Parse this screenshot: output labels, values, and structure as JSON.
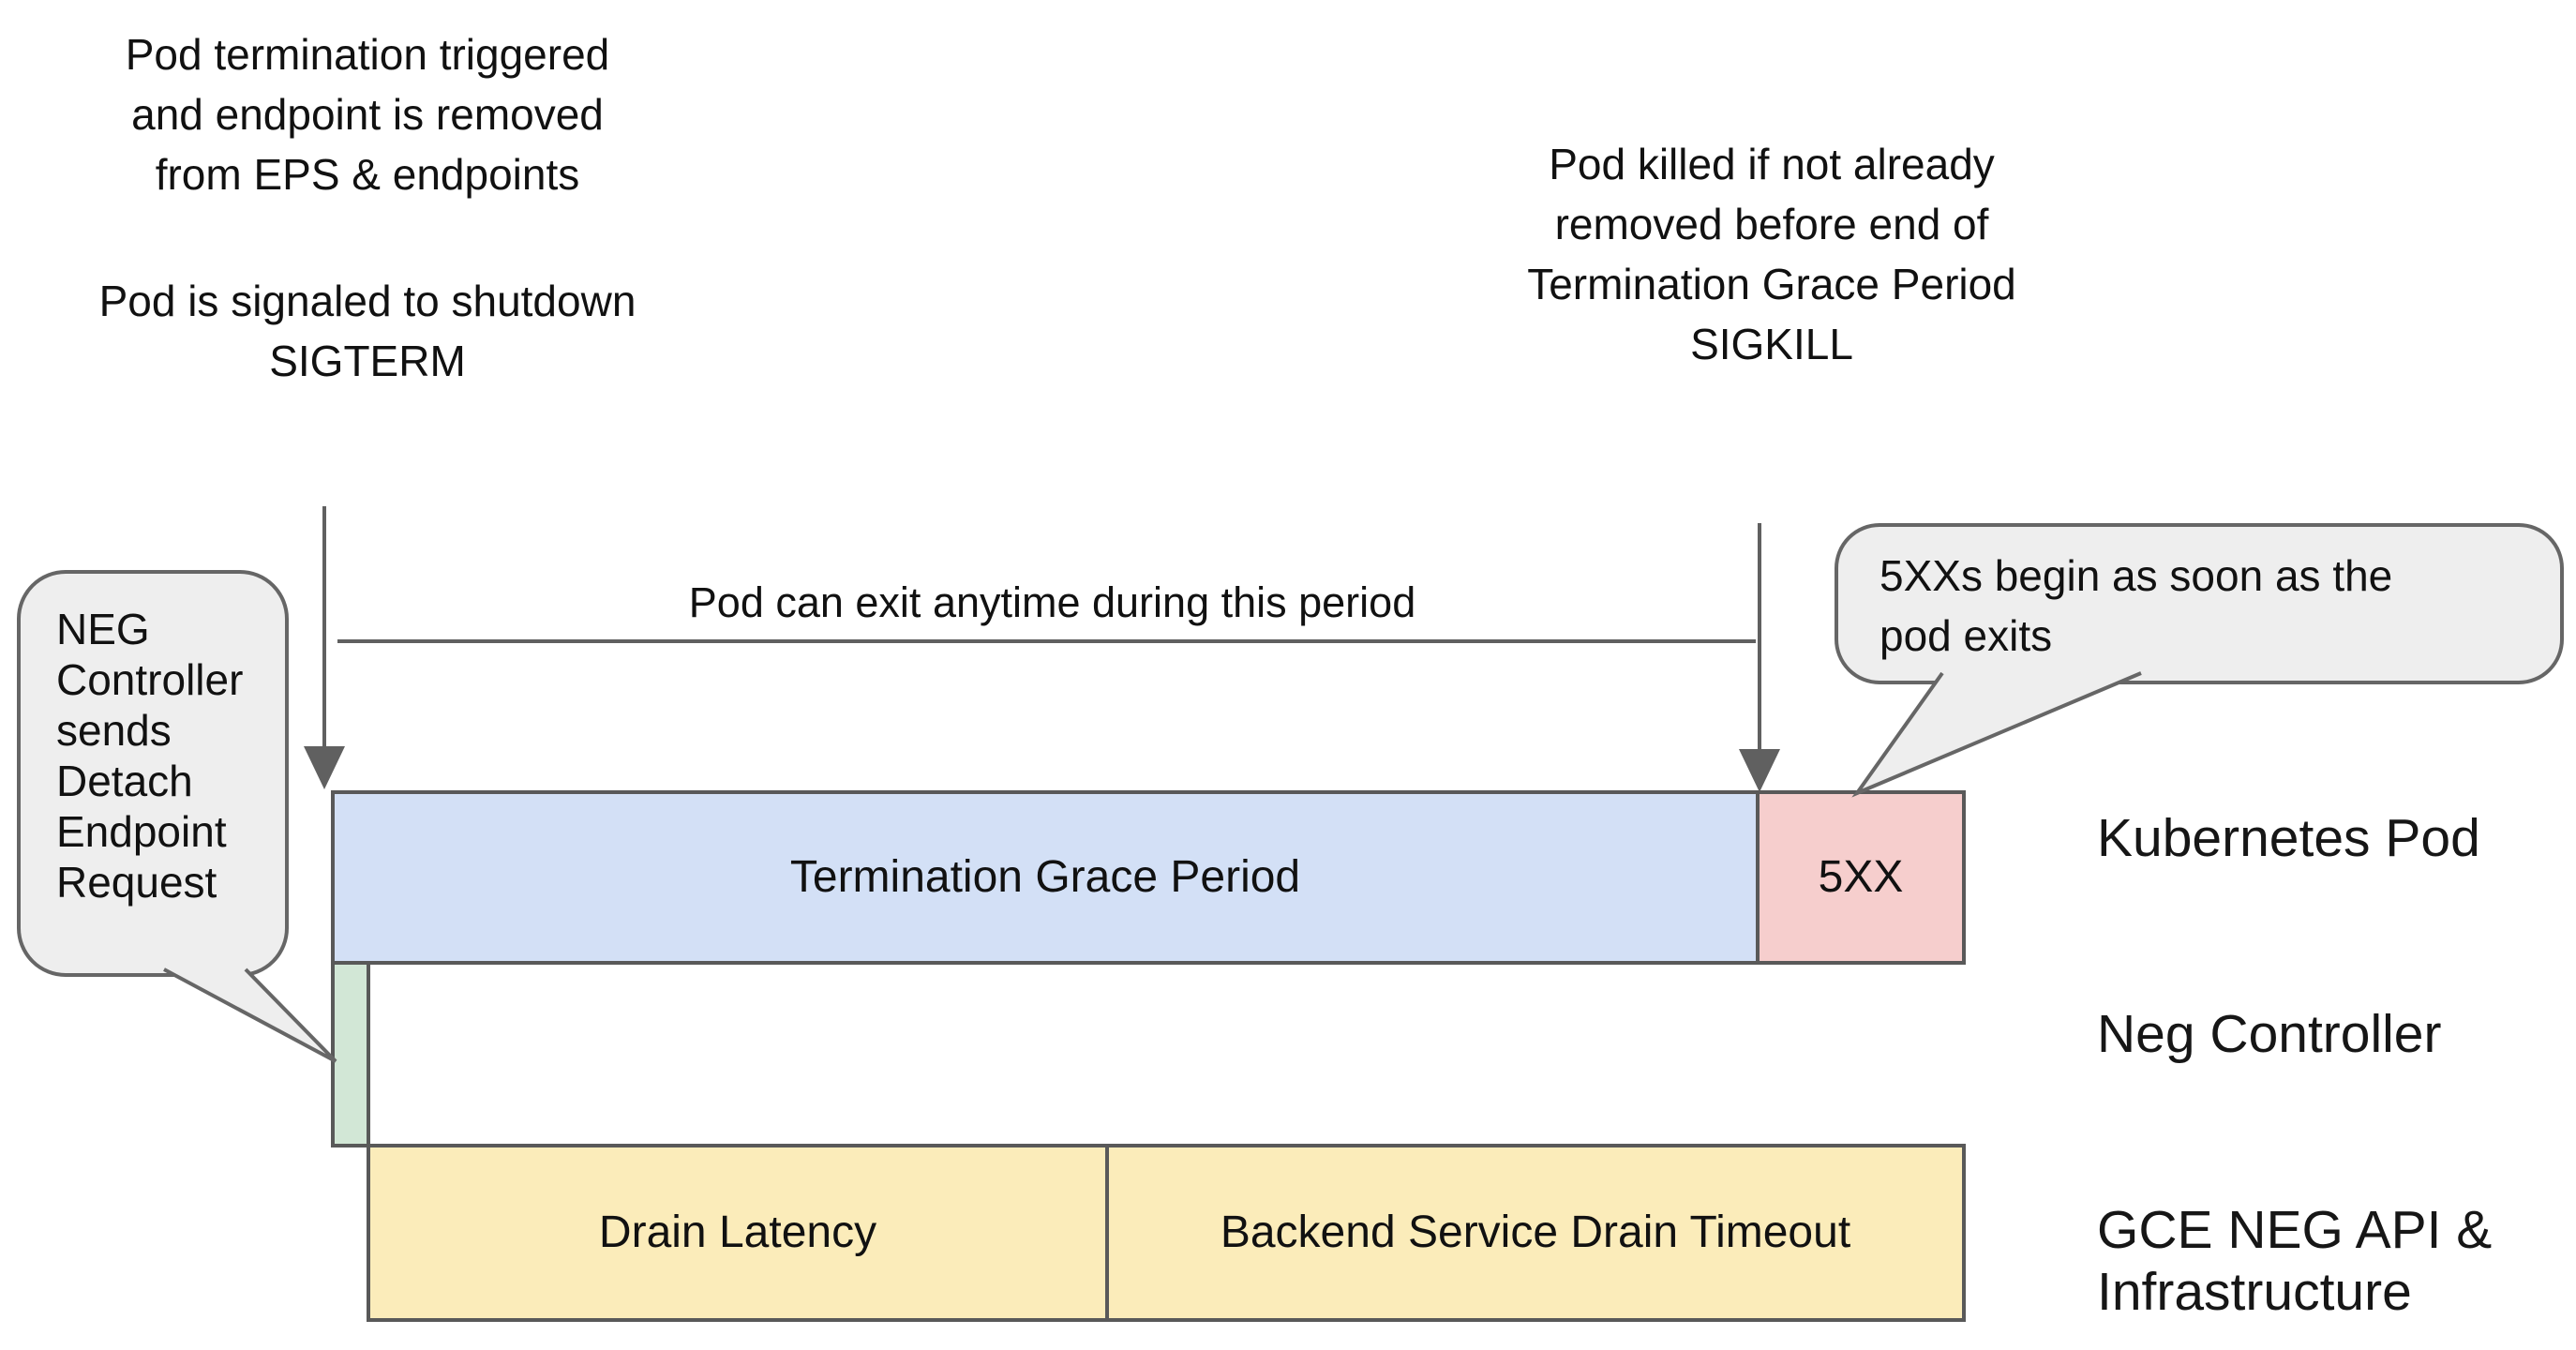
{
  "notes": {
    "pod_termination": "Pod termination triggered\nand endpoint is removed\nfrom EPS & endpoints",
    "pod_sigterm": "Pod is signaled to shutdown\nSIGTERM",
    "pod_killed": "Pod killed if not already\nremoved before end of\nTermination Grace Period\nSIGKILL",
    "exit_window": "Pod can exit anytime during this period"
  },
  "callouts": {
    "neg_controller": "NEG Controller sends Detach Endpoint Request",
    "errors_begin": "5XXs begin as soon as the pod exits"
  },
  "timeline": {
    "kubernetes_pod": {
      "grace_period_label": "Termination Grace Period",
      "errors_label": "5XX"
    },
    "gce": {
      "drain_latency_label": "Drain Latency",
      "drain_timeout_label": "Backend Service Drain Timeout"
    }
  },
  "rows": {
    "kubernetes_pod": "Kubernetes Pod",
    "neg_controller": "Neg Controller",
    "gce": "GCE NEG API &\nInfrastructure"
  },
  "colors": {
    "grace_period_fill": "#d3e0f6",
    "errors_fill": "#f6cecd",
    "detach_fill": "#d2e7d6",
    "gce_fill": "#fbecba",
    "callout_fill": "#eeeeee",
    "callout_border": "#666666",
    "bar_border": "#595959",
    "arrow_line": "#606060"
  }
}
